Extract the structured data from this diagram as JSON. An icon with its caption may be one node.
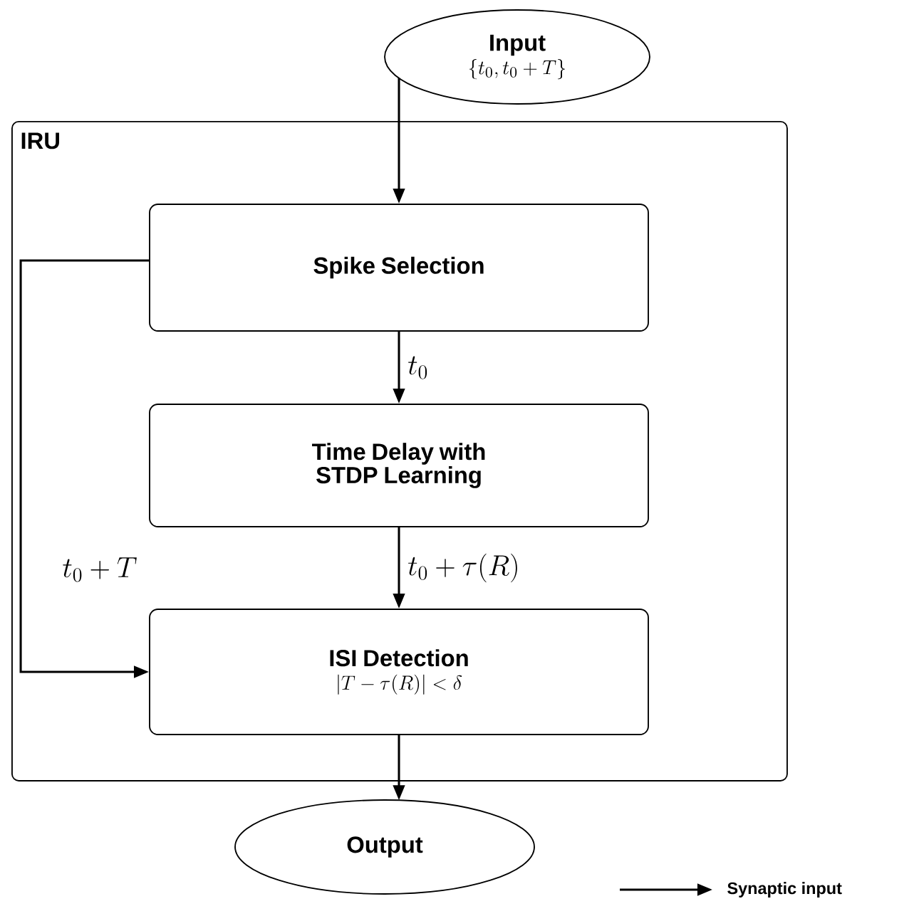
{
  "diagram": {
    "nodes": [
      {
        "text": [
          "Input",
          "\\{t_0, t_0 + T\\}"
        ]
      },
      {
        "text": [
          "IRU"
        ]
      },
      {
        "text": [
          "Spike Selection"
        ],
        "in": 1
      },
      {
        "text": [
          "Time Delay with STDP Learning"
        ],
        "in": 1
      },
      {
        "text": [
          "ISI Detection",
          "|T - \\tau(R)| < \\delta"
        ],
        "in": 1
      },
      {
        "text": [
          "Output"
        ]
      }
    ],
    "edges": [
      {
        "from": 0,
        "to": 2,
        "arrow": "to"
      },
      {
        "from": 2,
        "to": 3,
        "arrow": "to",
        "label": "t_0"
      },
      {
        "from": 3,
        "to": 4,
        "arrow": "to",
        "label": "t_0 + \\tau(R)"
      },
      {
        "from": 2,
        "to": 4,
        "arrow": "to",
        "label": "t_0 + T"
      },
      {
        "from": 4,
        "to": 5,
        "arrow": "to"
      }
    ],
    "legend": [
      {
        "text": "Synaptic input"
      }
    ]
  }
}
